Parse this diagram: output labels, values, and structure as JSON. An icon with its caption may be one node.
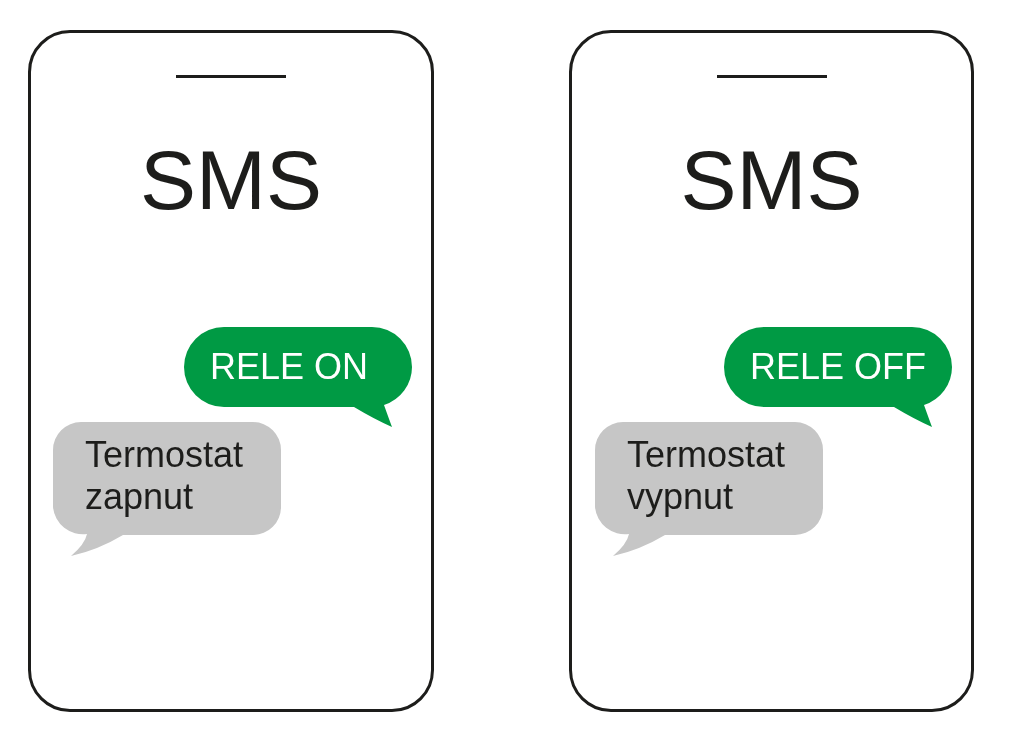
{
  "diagram": {
    "nodes": [
      {
        "text": [
          "SMS"
        ]
      },
      {
        "text": [
          "RELE ON"
        ],
        "in": 0
      },
      {
        "text": [
          "Termostat zapnut"
        ],
        "in": 0
      },
      {
        "text": [
          "SMS"
        ]
      },
      {
        "text": [
          "RELE OFF"
        ],
        "in": 3
      },
      {
        "text": [
          "Termostat vypnut"
        ],
        "in": 3
      }
    ]
  }
}
